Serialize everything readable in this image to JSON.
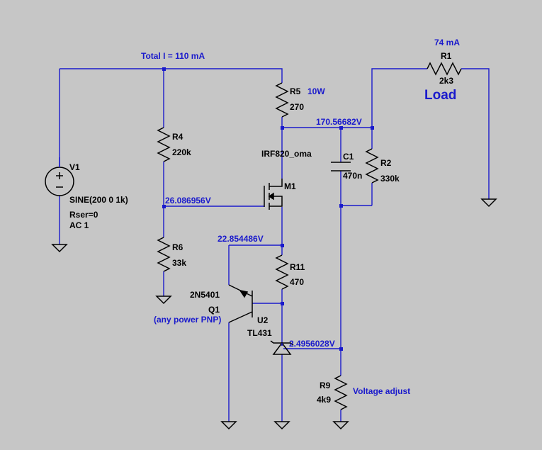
{
  "annotations": {
    "total_current": "Total I = 110 mA",
    "load_current": "74 mA",
    "load": "Load",
    "v_drain": "170.56682V",
    "v_gate": "26.086956V",
    "v_source": "22.854486V",
    "v_ref": "2.4956028V",
    "voltage_adjust": "Voltage adjust",
    "r5_power": "10W",
    "q1_note": "(any power PNP)"
  },
  "components": {
    "v1": {
      "name": "V1",
      "value": "SINE(200 0 1k)",
      "rser": "Rser=0",
      "ac": "AC 1"
    },
    "r1": {
      "name": "R1",
      "value": "2k3"
    },
    "r2": {
      "name": "R2",
      "value": "330k"
    },
    "r4": {
      "name": "R4",
      "value": "220k"
    },
    "r5": {
      "name": "R5",
      "value": "270"
    },
    "r6": {
      "name": "R6",
      "value": "33k"
    },
    "r9": {
      "name": "R9",
      "value": "4k9"
    },
    "r11": {
      "name": "R11",
      "value": "470"
    },
    "c1": {
      "name": "C1",
      "value": "470n"
    },
    "m1": {
      "name": "M1",
      "model": "IRF820_oma"
    },
    "q1": {
      "name": "Q1",
      "model": "2N5401"
    },
    "u2": {
      "name": "U2",
      "model": "TL431"
    }
  }
}
